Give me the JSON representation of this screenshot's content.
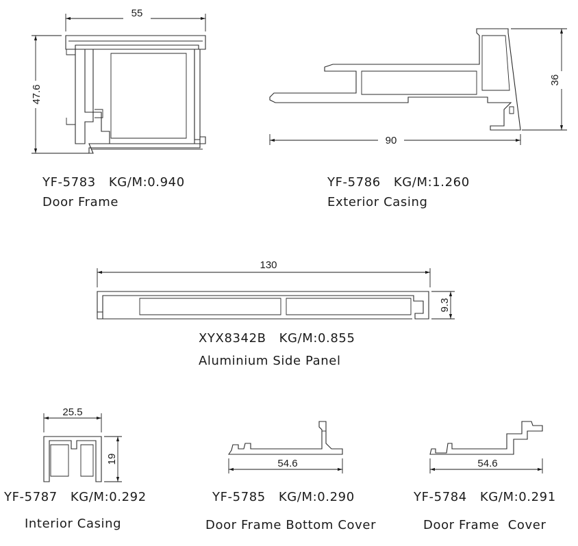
{
  "profiles": [
    {
      "code": "YF-5783",
      "weight": "KG/M:0.940",
      "name": "Door Frame",
      "dims": [
        "55",
        "47.6"
      ]
    },
    {
      "code": "YF-5786",
      "weight": "KG/M:1.260",
      "name": "Exterior Casing",
      "dims": [
        "90",
        "36"
      ]
    },
    {
      "code": "XYX8342B",
      "weight": "KG/M:0.855",
      "name": "Aluminium Side Panel",
      "dims": [
        "130",
        "9.3"
      ]
    },
    {
      "code": "YF-5787",
      "weight": "KG/M:0.292",
      "name": "Interior Casing",
      "dims": [
        "25.5",
        "19"
      ]
    },
    {
      "code": "YF-5785",
      "weight": "KG/M:0.290",
      "name": "Door Frame Bottom Cover",
      "dims": [
        "54.6"
      ]
    },
    {
      "code": "YF-5784",
      "weight": "KG/M:0.291",
      "name": "Door Frame  Cover",
      "dims": [
        "54.6"
      ]
    }
  ]
}
